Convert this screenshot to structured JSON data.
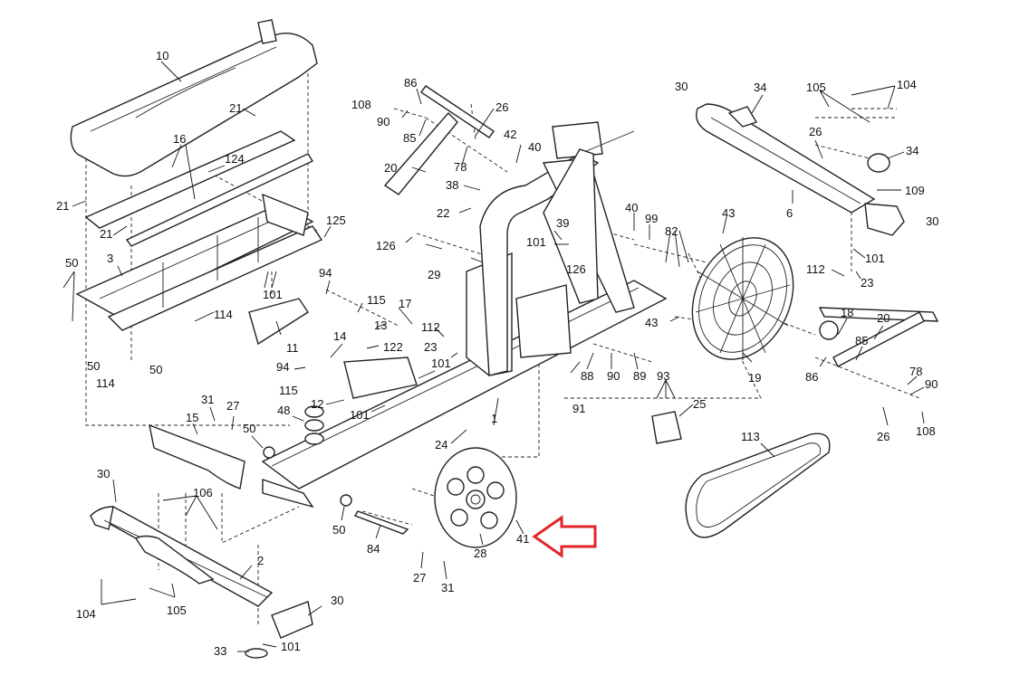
{
  "labels": [
    "10",
    "21",
    "16",
    "124",
    "21",
    "125",
    "21",
    "3",
    "50",
    "101",
    "94",
    "115",
    "17",
    "11",
    "114",
    "50",
    "114",
    "50",
    "14",
    "13",
    "122",
    "94",
    "112",
    "23",
    "101",
    "115",
    "12",
    "101",
    "31",
    "27",
    "50",
    "48",
    "15",
    "106",
    "30",
    "2",
    "104",
    "105",
    "30",
    "33",
    "101",
    "24",
    "1",
    "84",
    "50",
    "27",
    "31",
    "28",
    "41",
    "108",
    "86",
    "26",
    "90",
    "85",
    "42",
    "40",
    "78",
    "20",
    "38",
    "22",
    "126",
    "29",
    "39",
    "101",
    "126",
    "40",
    "99",
    "82",
    "43",
    "43",
    "19",
    "88",
    "90",
    "89",
    "91",
    "93",
    "25",
    "30",
    "34",
    "105",
    "104",
    "26",
    "34",
    "109",
    "6",
    "30",
    "101",
    "112",
    "23",
    "18",
    "20",
    "85",
    "86",
    "78",
    "90",
    "26",
    "108",
    "113"
  ],
  "highlight": {
    "target_label": "41",
    "color": "#e0262b"
  }
}
